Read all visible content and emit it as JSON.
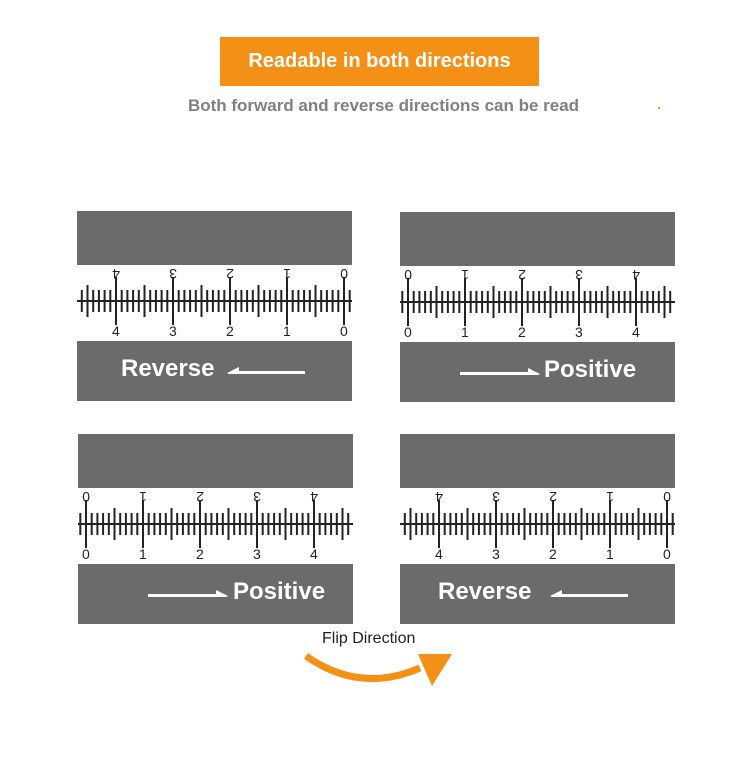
{
  "header": {
    "title": "Readable in both directions",
    "subtitle": "Both forward and reverse directions can be read"
  },
  "panels": [
    {
      "label": "Reverse",
      "direction": "left"
    },
    {
      "label": "Positive",
      "direction": "right"
    },
    {
      "label": "Positive",
      "direction": "right"
    },
    {
      "label": "Reverse",
      "direction": "left"
    }
  ],
  "ruler_numbers": [
    "0",
    "1",
    "2",
    "3",
    "4"
  ],
  "flip": {
    "label": "Flip Direction"
  },
  "colors": {
    "accent": "#f39015",
    "band": "#6b6b6b",
    "subtitle": "#808080"
  }
}
